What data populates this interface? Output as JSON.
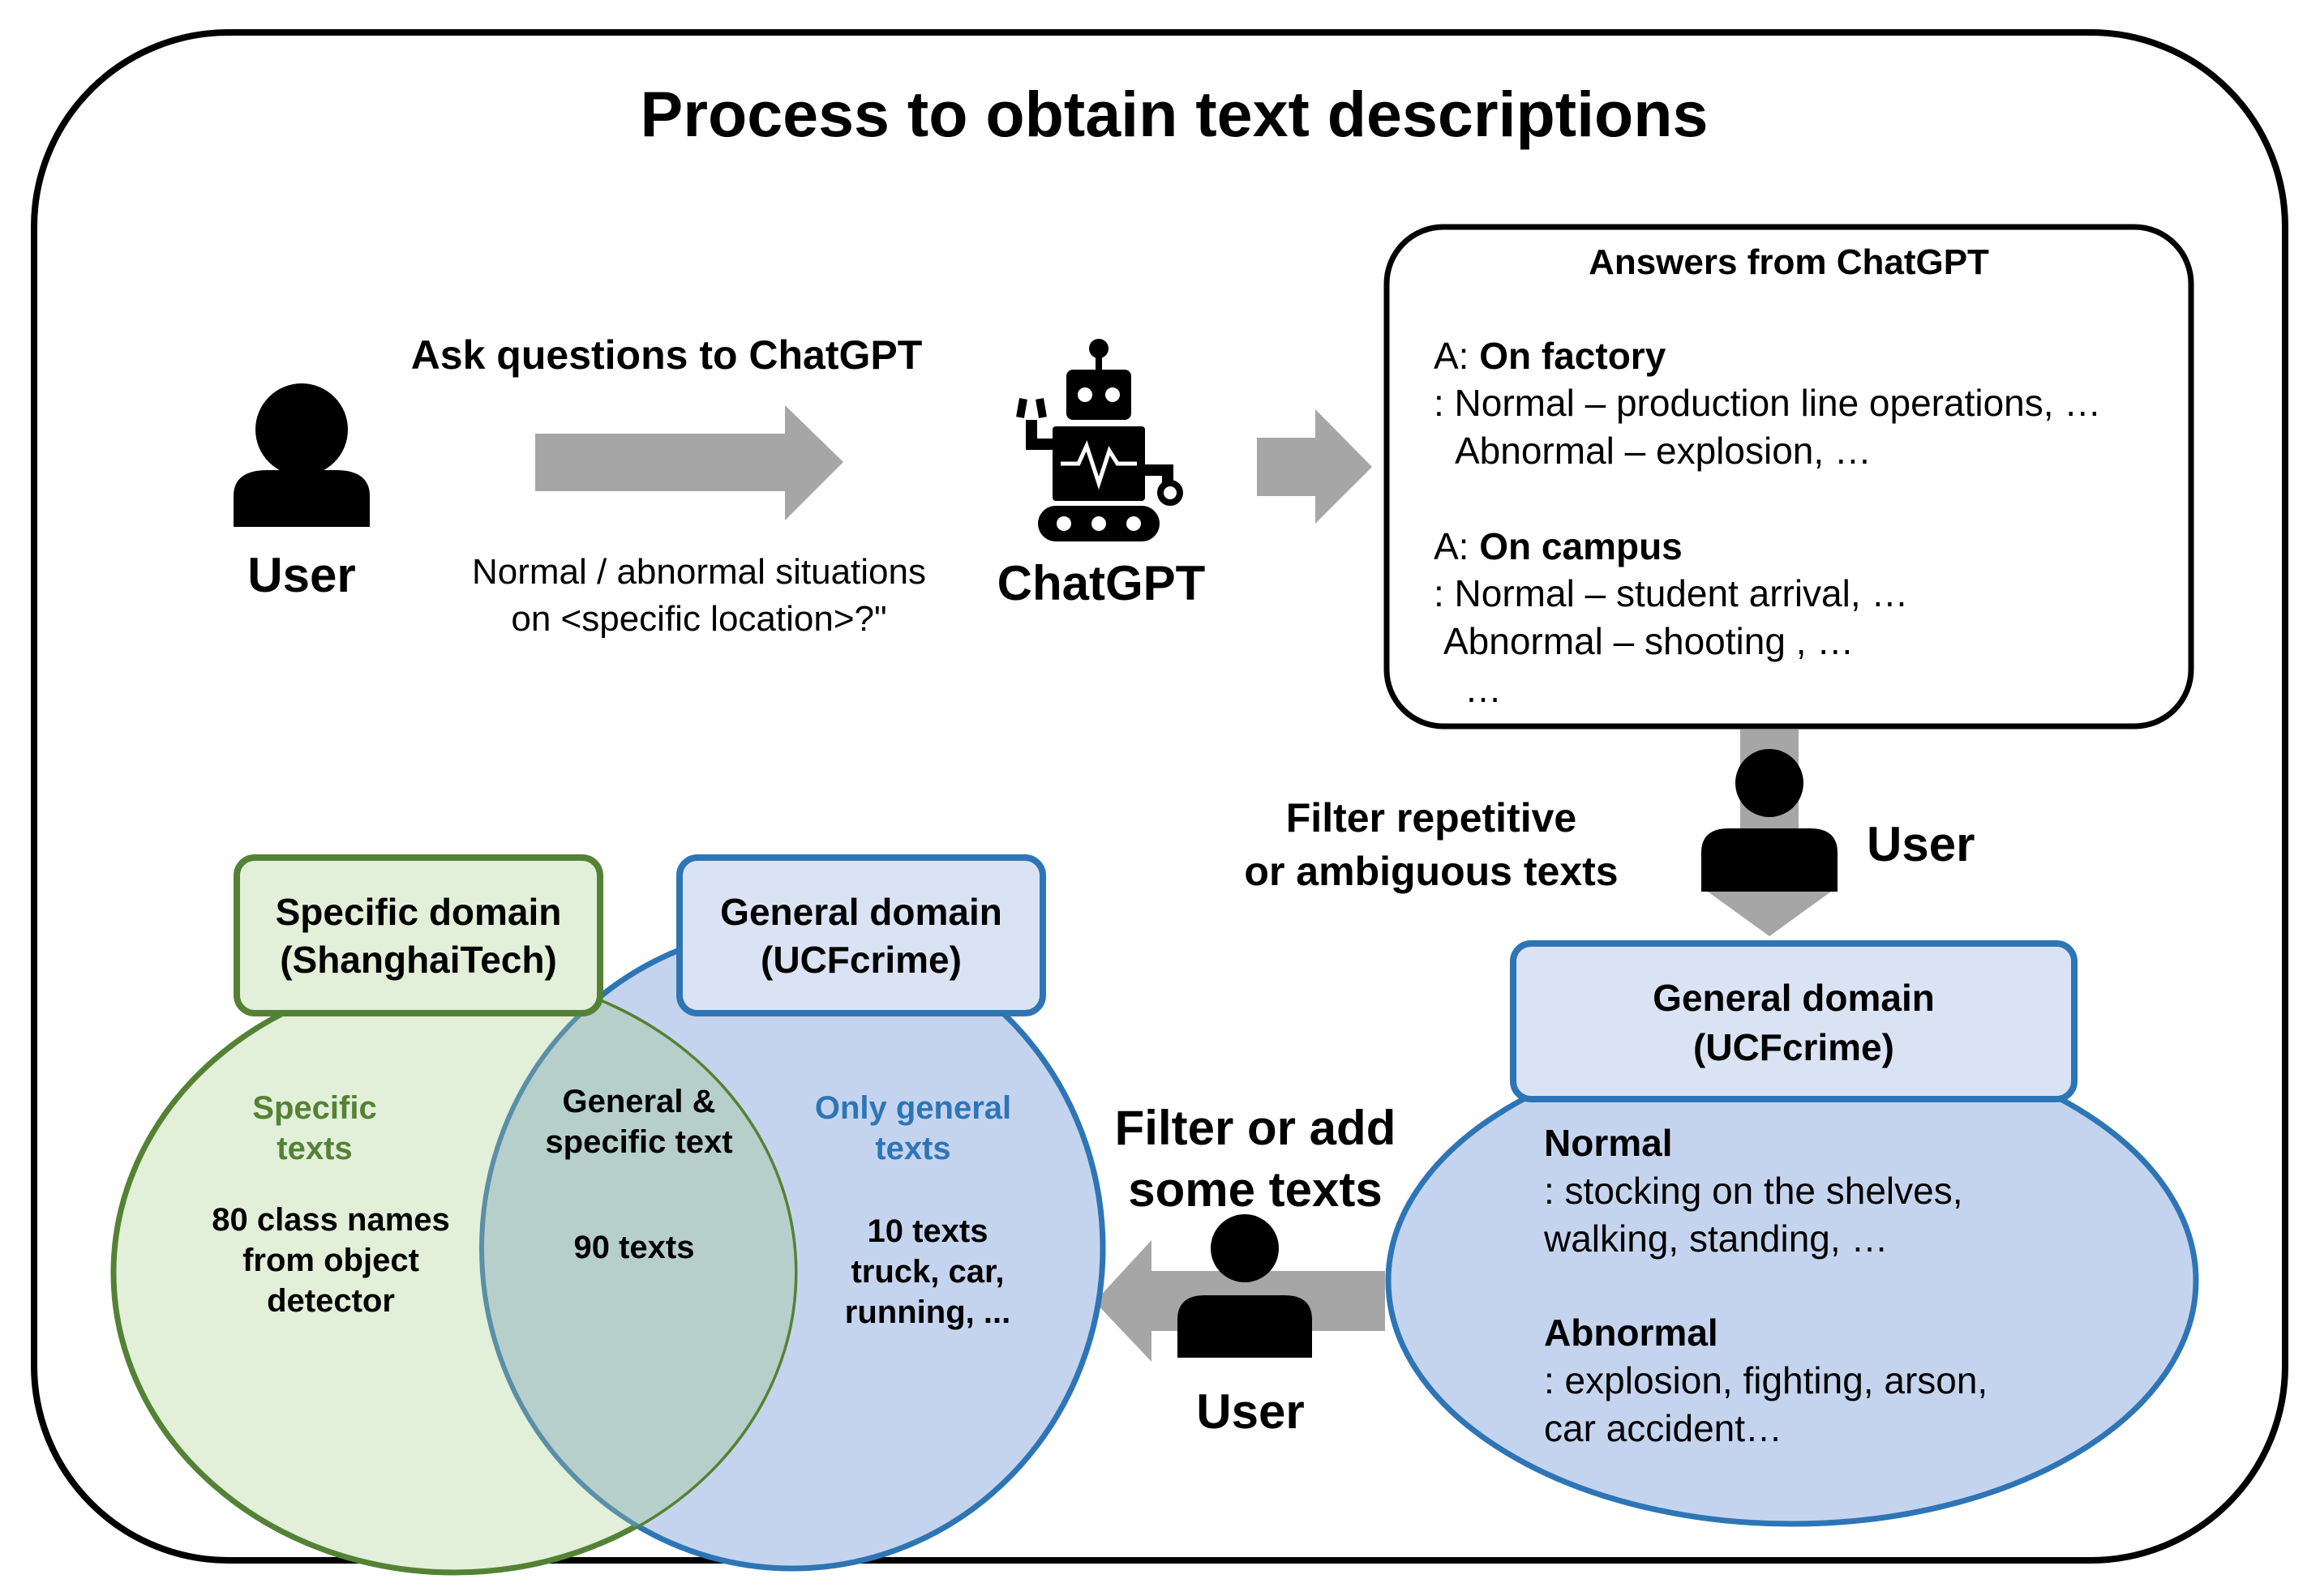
{
  "title": "Process to obtain text descriptions",
  "step1": {
    "user_label": "User",
    "arrow_label": "Ask questions to ChatGPT",
    "question_line1": "Normal / abnormal situations",
    "question_line2": "on <specific location>?\"",
    "chatgpt_label": "ChatGPT"
  },
  "answers": {
    "header": "Answers from ChatGPT",
    "a1_prefix": "A: ",
    "a1_title": "On factory",
    "a1_normal": ": Normal – production line operations, …",
    "a1_abnormal": "Abnormal – explosion, …",
    "a2_prefix": "A: ",
    "a2_title": "On campus",
    "a2_normal": ": Normal – student arrival, …",
    "a2_abnormal": "Abnormal – shooting , …",
    "ellipsis": "…"
  },
  "filter1": {
    "line1": "Filter repetitive",
    "line2": "or ambiguous texts",
    "user_label": "User"
  },
  "general_box": {
    "title_line1": "General domain",
    "title_line2": "(UCFcrime)",
    "normal_title": "Normal",
    "normal_line1": ": stocking on the shelves,",
    "normal_line2": "walking, standing, …",
    "abnormal_title": "Abnormal",
    "abnormal_line1": ": explosion, fighting, arson,",
    "abnormal_line2": "car accident…"
  },
  "filter2": {
    "line1": "Filter or add",
    "line2": "some texts",
    "user_label": "User"
  },
  "venn": {
    "specific_box_line1": "Specific domain",
    "specific_box_line2": "(ShanghaiTech)",
    "general_box_line1": "General domain",
    "general_box_line2": "(UCFcrime)",
    "specific_title_line1": "Specific",
    "specific_title_line2": "texts",
    "specific_count_line1": "80 class names",
    "specific_count_line2": "from object",
    "specific_count_line3": "detector",
    "both_title_line1": "General &",
    "both_title_line2": "specific text",
    "both_count": "90 texts",
    "general_title_line1": "Only general",
    "general_title_line2": "texts",
    "general_count_line1": "10 texts",
    "general_count_line2": "truck, car,",
    "general_count_line3": "running, ..."
  },
  "colors": {
    "arrow": "#a6a6a6",
    "green_stroke": "#548235",
    "green_fill": "#e2efd9",
    "blue_stroke": "#2e75b6",
    "blue_fill": "#c5d4ee",
    "blue_box_fill": "#dae3f3",
    "overlap_fill": "#b7cfcb"
  }
}
